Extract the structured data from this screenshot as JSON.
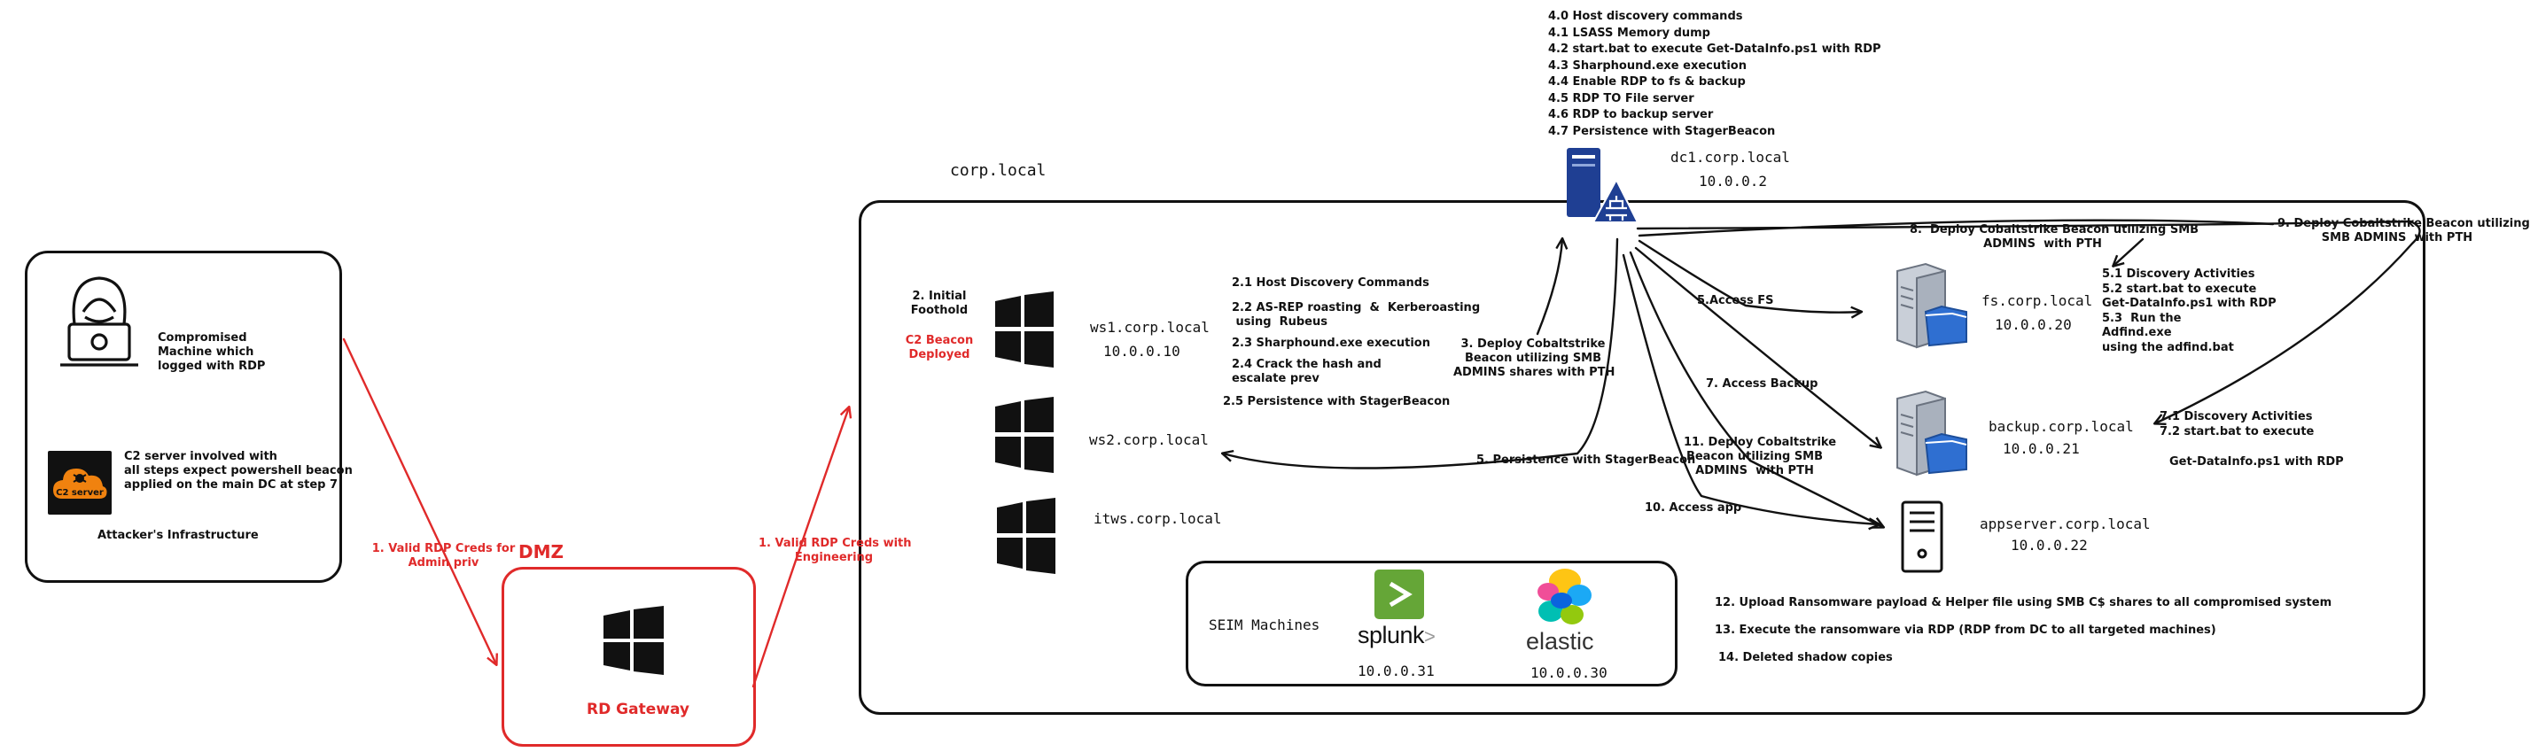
{
  "colors": {
    "accent_red": "#e02a2a",
    "splunk_green": "#65a637",
    "line": "#111111"
  },
  "attacker": {
    "compromised_label": "Compromised\nMachine which\nlogged with RDP",
    "c2_label": "C2 server involved with\nall steps expect powershell beacon\napplied on the main DC at step 7",
    "c2_badge": "C2 server",
    "title": "Attacker's Infrastructure"
  },
  "dmz": {
    "title": "DMZ",
    "gateway_label": "RD Gateway"
  },
  "edges": {
    "rdp_admin": "1. Valid RDP Creds for\nAdmin priv",
    "rdp_engineering": "1. Valid RDP Creds with\nEngineering",
    "deploy_beacon_ws1": "3. Deploy Cobaltstrike\nBeacon utilizing SMB\nADMINS shares with PTH",
    "persistence_ws2": "5. Persistence with StagerBeacon",
    "access_fs": "5.Access FS",
    "access_backup": "7. Access Backup",
    "deploy_fs": "8.  Deploy Cobaltstrike Beacon utilizing SMB\nADMINS  with PTH",
    "deploy_backup": "9. Deploy Cobaltstrike Beacon utilizing\nSMB ADMINS  with PTH",
    "deploy_app": "11. Deploy Cobaltstrike\nBeacon utilizing SMB\nADMINS  with PTH",
    "access_app": "10. Access app"
  },
  "domain": {
    "name": "corp.local"
  },
  "dc": {
    "host": "dc1.corp.local",
    "ip": "10.0.0.2",
    "steps": [
      "4.0 Host discovery commands",
      "4.1 LSASS Memory dump",
      "4.2 start.bat to execute Get-DataInfo.ps1 with RDP",
      "4.3 Sharphound.exe execution",
      "4.4 Enable RDP to fs & backup",
      "4.5 RDP TO File server",
      "4.6 RDP to backup server",
      "4.7 Persistence with StagerBeacon"
    ]
  },
  "ws1": {
    "host": "ws1.corp.local",
    "ip": "10.0.0.10",
    "foothold": "2. Initial\nFoothold",
    "beacon": "C2 Beacon\nDeployed",
    "steps": [
      "2.1  Host Discovery Commands",
      "2.2 AS-REP roasting  &  Kerberoasting\n using  Rubeus",
      "2.3  Sharphound.exe execution",
      "2.4 Crack the hash and\nescalate prev",
      "2.5 Persistence with StagerBeacon"
    ]
  },
  "ws2": {
    "host": "ws2.corp.local"
  },
  "itws": {
    "host": "itws.corp.local"
  },
  "fs": {
    "host": "fs.corp.local",
    "ip": "10.0.0.20",
    "steps": "5.1 Discovery Activities\n5.2 start.bat to execute\nGet-DataInfo.ps1 with RDP\n5.3  Run the\nAdfind.exe\nusing the adfind.bat"
  },
  "backup": {
    "host": "backup.corp.local",
    "ip": "10.0.0.21",
    "steps": "7.1 Discovery Activities\n7.2 start.bat to execute",
    "steps_tail": "Get-DataInfo.ps1 with RDP"
  },
  "app": {
    "host": "appserver.corp.local",
    "ip": "10.0.0.22"
  },
  "siem": {
    "title": "SEIM Machines",
    "splunk": {
      "name": "splunk",
      "suffix": ">",
      "ip": "10.0.0.31"
    },
    "elastic": {
      "name": "elastic",
      "ip": "10.0.0.30"
    }
  },
  "final_steps": [
    "12. Upload Ransomware payload & Helper file  using  SMB C$ shares to all compromised system",
    "13. Execute the ransomware via RDP (RDP from DC to all targeted machines)",
    "14. Deleted shadow copies"
  ]
}
